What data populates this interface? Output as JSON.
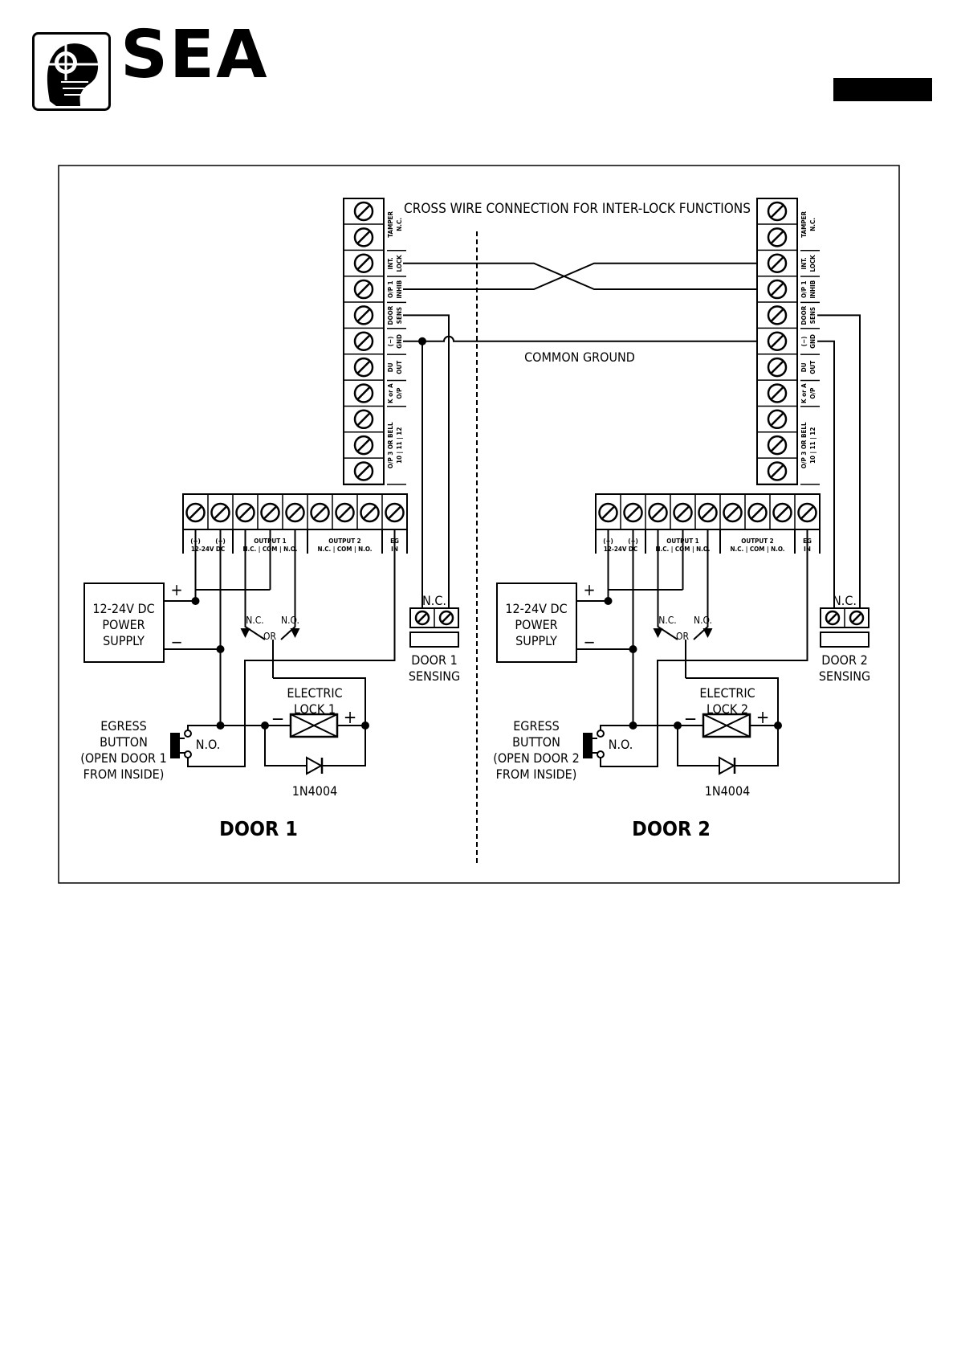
{
  "brand": {
    "name": "SEA",
    "logo_icon": "sea-logo-head-icon"
  },
  "header": {
    "accent_bar_color": "#000000"
  },
  "diagram": {
    "title": "CROSS WIRE CONNECTION FOR INTER-LOCK FUNCTIONS",
    "common_ground_label": "COMMON GROUND",
    "side_terminals": [
      [
        "TAMPER",
        "N.C."
      ],
      [
        "INT.",
        "LOCK"
      ],
      [
        "O/P 1",
        "INHIB"
      ],
      [
        "DOOR",
        "SENS"
      ],
      [
        "(−)",
        "GND"
      ],
      [
        "DU",
        "OUT"
      ],
      [
        "K or A",
        "O/P"
      ],
      [
        "O/P 3 OR BELL",
        "10 | 11 | 12"
      ]
    ],
    "bottom_terminal_groups": [
      {
        "top": "(+)",
        "bottom": "12-24V DC"
      },
      {
        "top": "(−)",
        "bottom": ""
      },
      {
        "top": "OUTPUT 1",
        "bottom": "N.C. | COM | N.O."
      },
      {
        "top": "OUTPUT 2",
        "bottom": "N.C. | COM | N.O."
      },
      {
        "top": "EG",
        "bottom": "IN"
      }
    ],
    "doors": [
      {
        "title": "DOOR 1",
        "power_supply": [
          "12-24V DC",
          "POWER",
          "SUPPLY"
        ],
        "plus": "+",
        "minus": "−",
        "relay_nc": "N.C.",
        "relay_no": "N.O.",
        "relay_or": "OR",
        "lock": [
          "ELECTRIC",
          "LOCK 1"
        ],
        "diode": "1N4004",
        "egress": [
          "EGRESS",
          "BUTTON",
          "(OPEN DOOR 1",
          "FROM INSIDE)"
        ],
        "egress_no": "N.O.",
        "sensor_nc": "N.C.",
        "sensing": [
          "DOOR 1",
          "SENSING"
        ]
      },
      {
        "title": "DOOR 2",
        "power_supply": [
          "12-24V DC",
          "POWER",
          "SUPPLY"
        ],
        "plus": "+",
        "minus": "−",
        "relay_nc": "N.C.",
        "relay_no": "N.O.",
        "relay_or": "OR",
        "lock": [
          "ELECTRIC",
          "LOCK 2"
        ],
        "diode": "1N4004",
        "egress": [
          "EGRESS",
          "BUTTON",
          "(OPEN DOOR 2",
          "FROM INSIDE)"
        ],
        "egress_no": "N.O.",
        "sensor_nc": "N.C.",
        "sensing": [
          "DOOR 2",
          "SENSING"
        ]
      }
    ]
  }
}
